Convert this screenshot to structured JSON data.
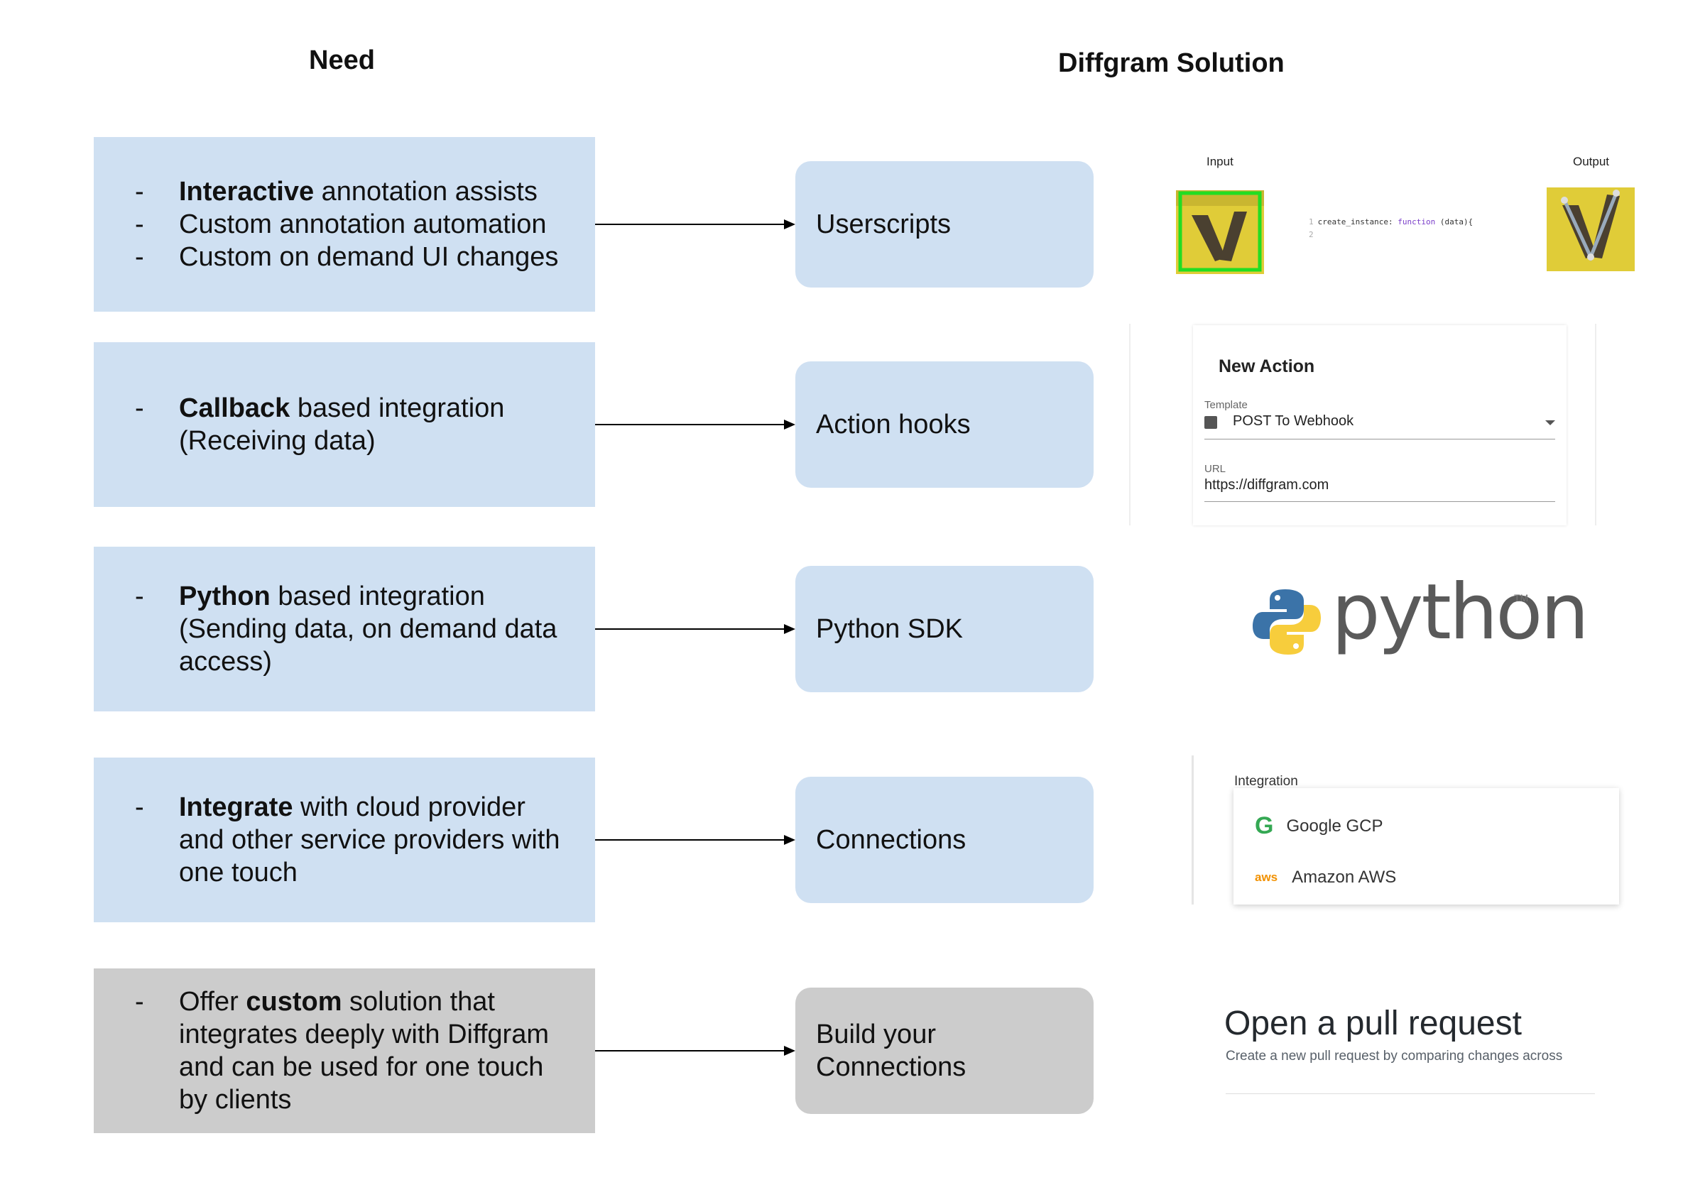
{
  "headers": {
    "need": "Need",
    "solution": "Diffgram Solution"
  },
  "rows": [
    {
      "need_lines": [
        {
          "bold": "Interactive",
          "text": " annotation assists"
        },
        {
          "bold": "",
          "text": "Custom annotation automation"
        },
        {
          "bold": "",
          "text": "Custom on demand UI changes"
        }
      ],
      "solution": "Userscripts"
    },
    {
      "need_lines": [
        {
          "bold": "Callback",
          "text": " based integration"
        },
        {
          "bold": "",
          "text": "(Receiving data)",
          "cont": true
        }
      ],
      "solution": "Action hooks"
    },
    {
      "need_lines": [
        {
          "bold": "Python",
          "text": " based integration"
        },
        {
          "bold": "",
          "text": "(Sending data, on demand data",
          "cont": true
        },
        {
          "bold": "",
          "text": "access)",
          "cont": true
        }
      ],
      "solution": "Python SDK"
    },
    {
      "need_lines": [
        {
          "bold": "Integrate",
          "text": " with cloud provider"
        },
        {
          "bold": "",
          "text": "and other service providers with",
          "cont": true
        },
        {
          "bold": "",
          "text": "one touch",
          "cont": true
        }
      ],
      "solution": "Connections"
    },
    {
      "need_lines": [
        {
          "pre": "Offer ",
          "bold": "custom",
          "text": " solution that"
        },
        {
          "bold": "",
          "text": "integrates deeply with Diffgram",
          "cont": true
        },
        {
          "bold": "",
          "text": "and can be used for one touch",
          "cont": true
        },
        {
          "bold": "",
          "text": "by clients",
          "cont": true
        }
      ],
      "solution_lines": [
        "Build your",
        "Connections"
      ]
    }
  ],
  "dash": "-",
  "userscripts_visual": {
    "input_label": "Input",
    "output_label": "Output",
    "code_line_numbers": [
      "1",
      "2"
    ],
    "code_prefix": "create_instance: ",
    "code_keyword": "function",
    "code_suffix": " (data){"
  },
  "action_hooks_visual": {
    "title": "New Action",
    "template_label": "Template",
    "template_value": "POST To Webhook",
    "url_label": "URL",
    "url_value": "https://diffgram.com"
  },
  "python_visual": {
    "word": "python",
    "tm": "TM"
  },
  "connections_visual": {
    "label": "Integration",
    "items": [
      {
        "icon": "google-icon",
        "label": "Google GCP"
      },
      {
        "icon": "aws-icon",
        "label": "Amazon AWS",
        "logo_text": "aws"
      }
    ]
  },
  "pull_request_visual": {
    "title": "Open a pull request",
    "subtitle": "Create a new pull request by comparing changes across"
  },
  "colors": {
    "blue_box": "#cfe0f2",
    "grey_box": "#cccccc",
    "arrow": "#000000"
  }
}
